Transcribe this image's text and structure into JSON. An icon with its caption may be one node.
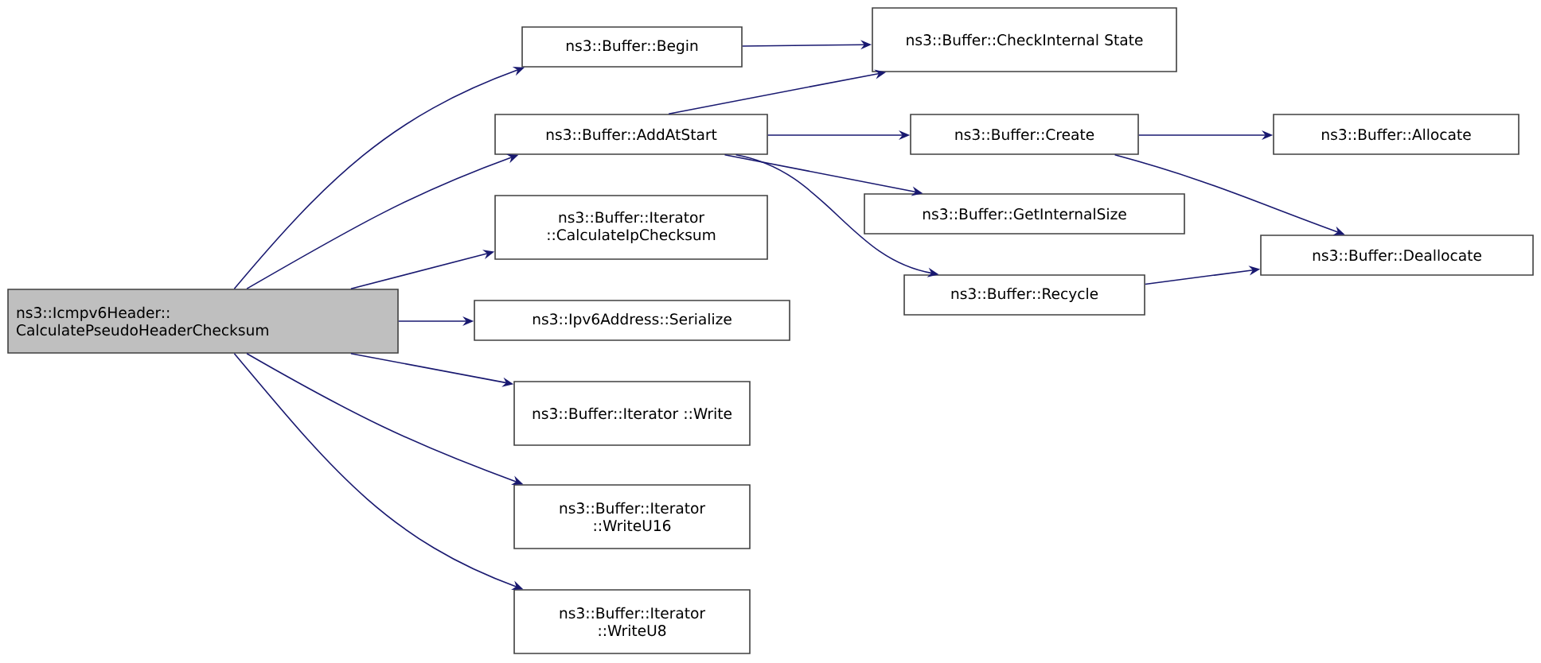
{
  "diagram": {
    "nodes": [
      {
        "text": [
          "ns3::Icmpv6Header:: CalculatePseudoHeaderChecksum"
        ]
      },
      {
        "text": [
          "ns3::Buffer::Begin"
        ]
      },
      {
        "text": [
          "ns3::Buffer::AddAtStart"
        ]
      },
      {
        "text": [
          "ns3::Buffer::Iterator ::CalculateIpChecksum"
        ]
      },
      {
        "text": [
          "ns3::Ipv6Address::Serialize"
        ]
      },
      {
        "text": [
          "ns3::Buffer::Iterator ::Write"
        ]
      },
      {
        "text": [
          "ns3::Buffer::Iterator ::WriteU16"
        ]
      },
      {
        "text": [
          "ns3::Buffer::Iterator ::WriteU8"
        ]
      },
      {
        "text": [
          "ns3::Buffer::CheckInternal State"
        ]
      },
      {
        "text": [
          "ns3::Buffer::Create"
        ]
      },
      {
        "text": [
          "ns3::Buffer::GetInternalSize"
        ]
      },
      {
        "text": [
          "ns3::Buffer::Recycle"
        ]
      },
      {
        "text": [
          "ns3::Buffer::Allocate"
        ]
      },
      {
        "text": [
          "ns3::Buffer::Deallocate"
        ]
      }
    ],
    "edges": [
      {
        "from": 0,
        "to": 1,
        "arrow": "to"
      },
      {
        "from": 0,
        "to": 2,
        "arrow": "to"
      },
      {
        "from": 0,
        "to": 3,
        "arrow": "to"
      },
      {
        "from": 0,
        "to": 4,
        "arrow": "to"
      },
      {
        "from": 0,
        "to": 5,
        "arrow": "to"
      },
      {
        "from": 0,
        "to": 6,
        "arrow": "to"
      },
      {
        "from": 0,
        "to": 7,
        "arrow": "to"
      },
      {
        "from": 1,
        "to": 8,
        "arrow": "to"
      },
      {
        "from": 2,
        "to": 8,
        "arrow": "to"
      },
      {
        "from": 2,
        "to": 9,
        "arrow": "to"
      },
      {
        "from": 2,
        "to": 10,
        "arrow": "to"
      },
      {
        "from": 2,
        "to": 11,
        "arrow": "to"
      },
      {
        "from": 9,
        "to": 12,
        "arrow": "to"
      },
      {
        "from": 9,
        "to": 13,
        "arrow": "to"
      },
      {
        "from": 11,
        "to": 13,
        "arrow": "to"
      }
    ]
  }
}
